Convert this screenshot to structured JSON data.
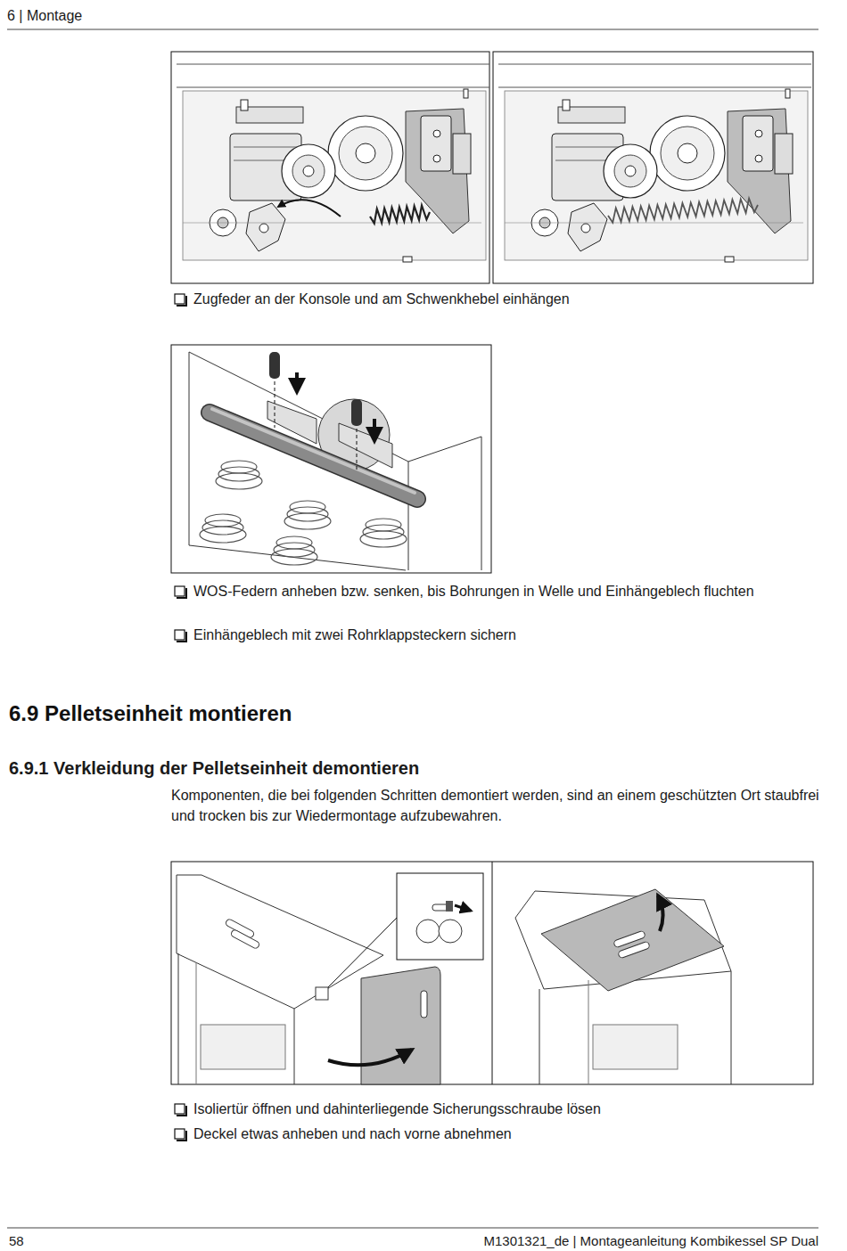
{
  "diagram": {
    "title": "6.9 Pelletseinheit montieren",
    "labels": [
      "6 | Montage",
      "Zugfeder an der Konsole und am Schwenkhebel einhängen",
      "WOS-Federn anheben bzw. senken, bis Bohrungen in Welle und Einhängeblech fluchten",
      "Einhängeblech mit zwei Rohrklappsteckern sichern",
      "6.9.1 Verkleidung der Pelletseinheit demontieren",
      "Komponenten, die bei folgenden Schritten demontiert werden, sind an einem geschützten Ort staubfrei und trocken bis zur Wiedermontage aufzubewahren.",
      "Isoliertür öffnen und dahinterliegende Sicherungsschraube lösen",
      "Deckel etwas anheben und nach vorne abnehmen",
      "58",
      "M1301321_de | Montageanleitung Kombikessel SP Dual"
    ]
  }
}
